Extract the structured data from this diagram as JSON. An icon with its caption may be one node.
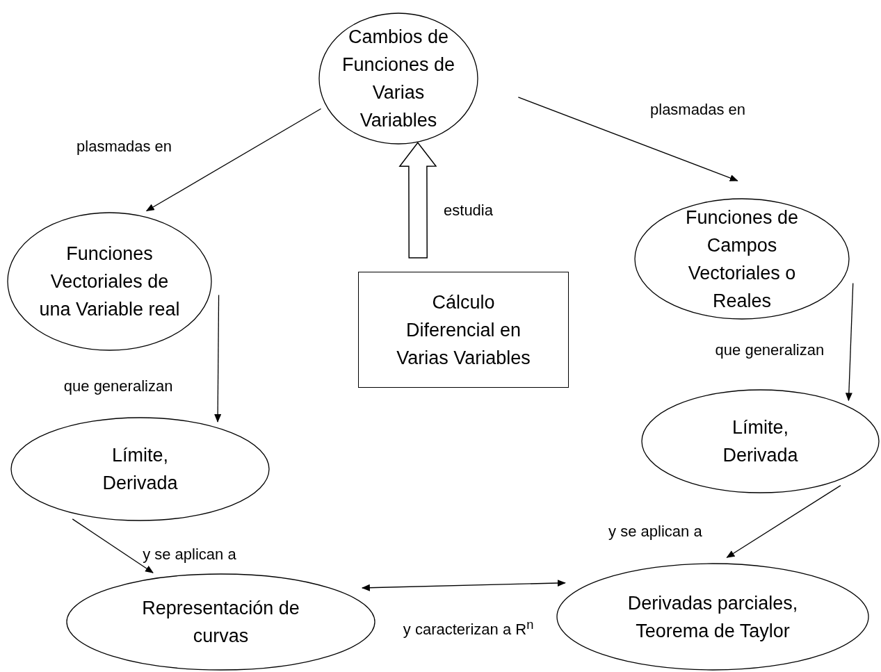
{
  "diagram": {
    "nodes": [
      {
        "text": [
          "Cambios de Funciones de Varias Variables"
        ]
      },
      {
        "text": [
          "Funciones Vectoriales de una Variable real"
        ]
      },
      {
        "text": [
          "Cálculo Diferencial en Varias Variables"
        ]
      },
      {
        "text": [
          "Funciones de Campos Vectoriales o Reales"
        ]
      },
      {
        "text": [
          "Límite, Derivada"
        ]
      },
      {
        "text": [
          "Límite, Derivada"
        ]
      },
      {
        "text": [
          "Representación de curvas"
        ]
      },
      {
        "text": [
          "Derivadas parciales, Teorema de Taylor"
        ]
      }
    ],
    "edges": [
      {
        "from": 0,
        "to": 1,
        "arrow": "to",
        "label": "plasmadas en"
      },
      {
        "from": 0,
        "to": 3,
        "arrow": "to",
        "label": "plasmadas en"
      },
      {
        "from": 2,
        "to": 0,
        "arrow": "to",
        "label": "estudia",
        "style": "thick"
      },
      {
        "from": 1,
        "to": 4,
        "arrow": "to",
        "label": "que generalizan"
      },
      {
        "from": 3,
        "to": 5,
        "arrow": "to",
        "label": "que generalizan"
      },
      {
        "from": 4,
        "to": 6,
        "arrow": "to",
        "label": "y se aplican a"
      },
      {
        "from": 5,
        "to": 7,
        "arrow": "to",
        "label": "y se aplican a"
      },
      {
        "from": 6,
        "to": 7,
        "arrow": "both",
        "label": "y caracterizan a R$^{n}$"
      }
    ]
  }
}
